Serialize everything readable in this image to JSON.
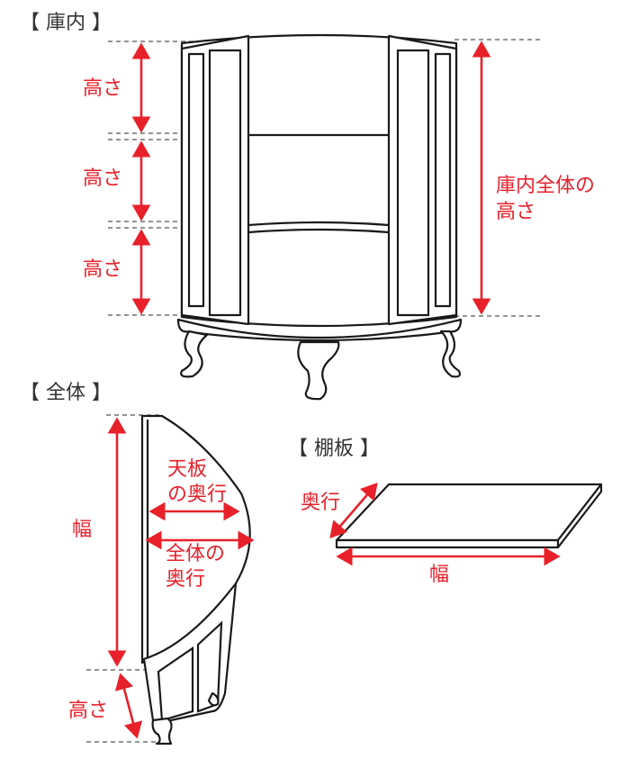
{
  "sections": {
    "interior": "【 庫内 】",
    "overall": "【 全体 】",
    "shelf": "【 棚板 】"
  },
  "interior_labels": {
    "height_1": "高さ",
    "height_2": "高さ",
    "height_3": "高さ",
    "total_line1": "庫内全体の",
    "total_line2": "高さ"
  },
  "overall_labels": {
    "width": "幅",
    "top_depth_line1": "天板",
    "top_depth_line2": "の奥行",
    "total_depth_line1": "全体の",
    "total_depth_line2": "奥行",
    "height": "高さ"
  },
  "shelf_labels": {
    "depth": "奥行",
    "width": "幅"
  },
  "colors": {
    "annotation": "#e8202a",
    "section_text": "#333333",
    "outline": "#1a1a1a",
    "guide": "#555555"
  },
  "icons": {
    "arrow_head": "arrowhead-icon"
  }
}
